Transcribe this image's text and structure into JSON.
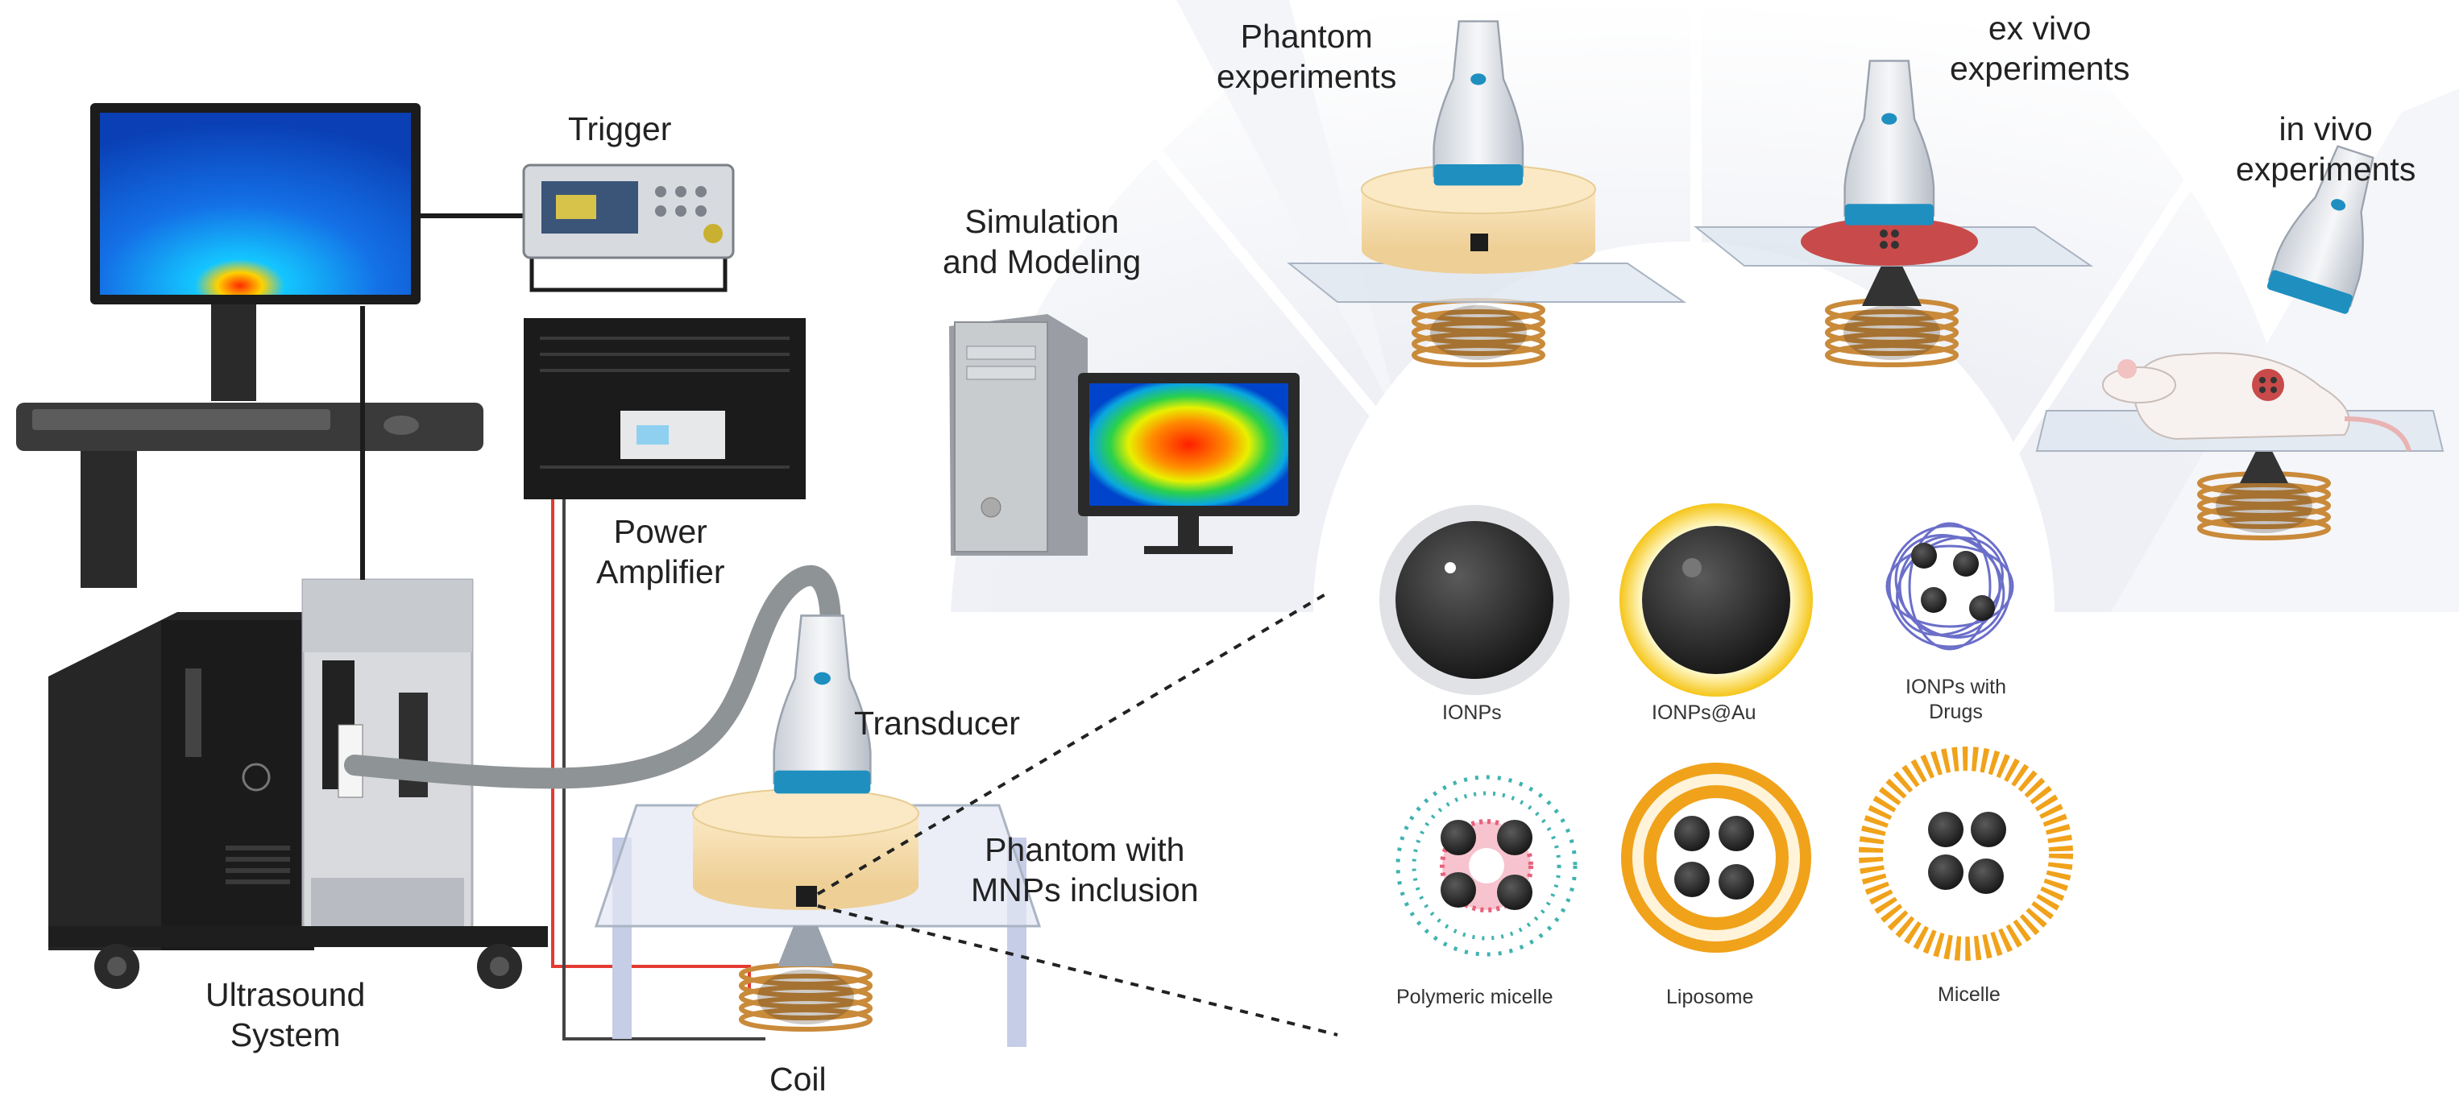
{
  "labels": {
    "trigger": "Trigger",
    "power_amplifier": [
      "Power",
      "Amplifier"
    ],
    "transducer": "Transducer",
    "phantom_mnp": [
      "Phantom with",
      "MNPs inclusion"
    ],
    "ultrasound_system": [
      "Ultrasound",
      "System"
    ],
    "coil": "Coil",
    "simulation": [
      "Simulation",
      "and Modeling"
    ],
    "phantom_exp": [
      "Phantom",
      "experiments"
    ],
    "ex_vivo_exp": [
      "ex vivo",
      "experiments"
    ],
    "in_vivo_exp": [
      "in vivo",
      "experiments"
    ]
  },
  "nanoparticles": [
    {
      "name": "IONPs",
      "icon": "ionp-icon"
    },
    {
      "name": "IONPs@Au",
      "icon": "ionp-au-icon"
    },
    {
      "name": [
        "IONPs with",
        "Drugs"
      ],
      "icon": "ionp-drugs-icon"
    },
    {
      "name": "Polymeric micelle",
      "icon": "polymeric-micelle-icon"
    },
    {
      "name": "Liposome",
      "icon": "liposome-icon"
    },
    {
      "name": "Micelle",
      "icon": "micelle-icon"
    }
  ],
  "colors": {
    "cable": "#8e9396",
    "red_wire": "#e33a32",
    "coil": "#c98a3a",
    "phantom": "#f4dca8",
    "probe_blue": "#1f8fc0",
    "gold": "#f5c518",
    "teal": "#3fb3b0",
    "pink": "#e8607a",
    "lipid": "#f0a21a",
    "table_leg": "#c6cde6"
  }
}
